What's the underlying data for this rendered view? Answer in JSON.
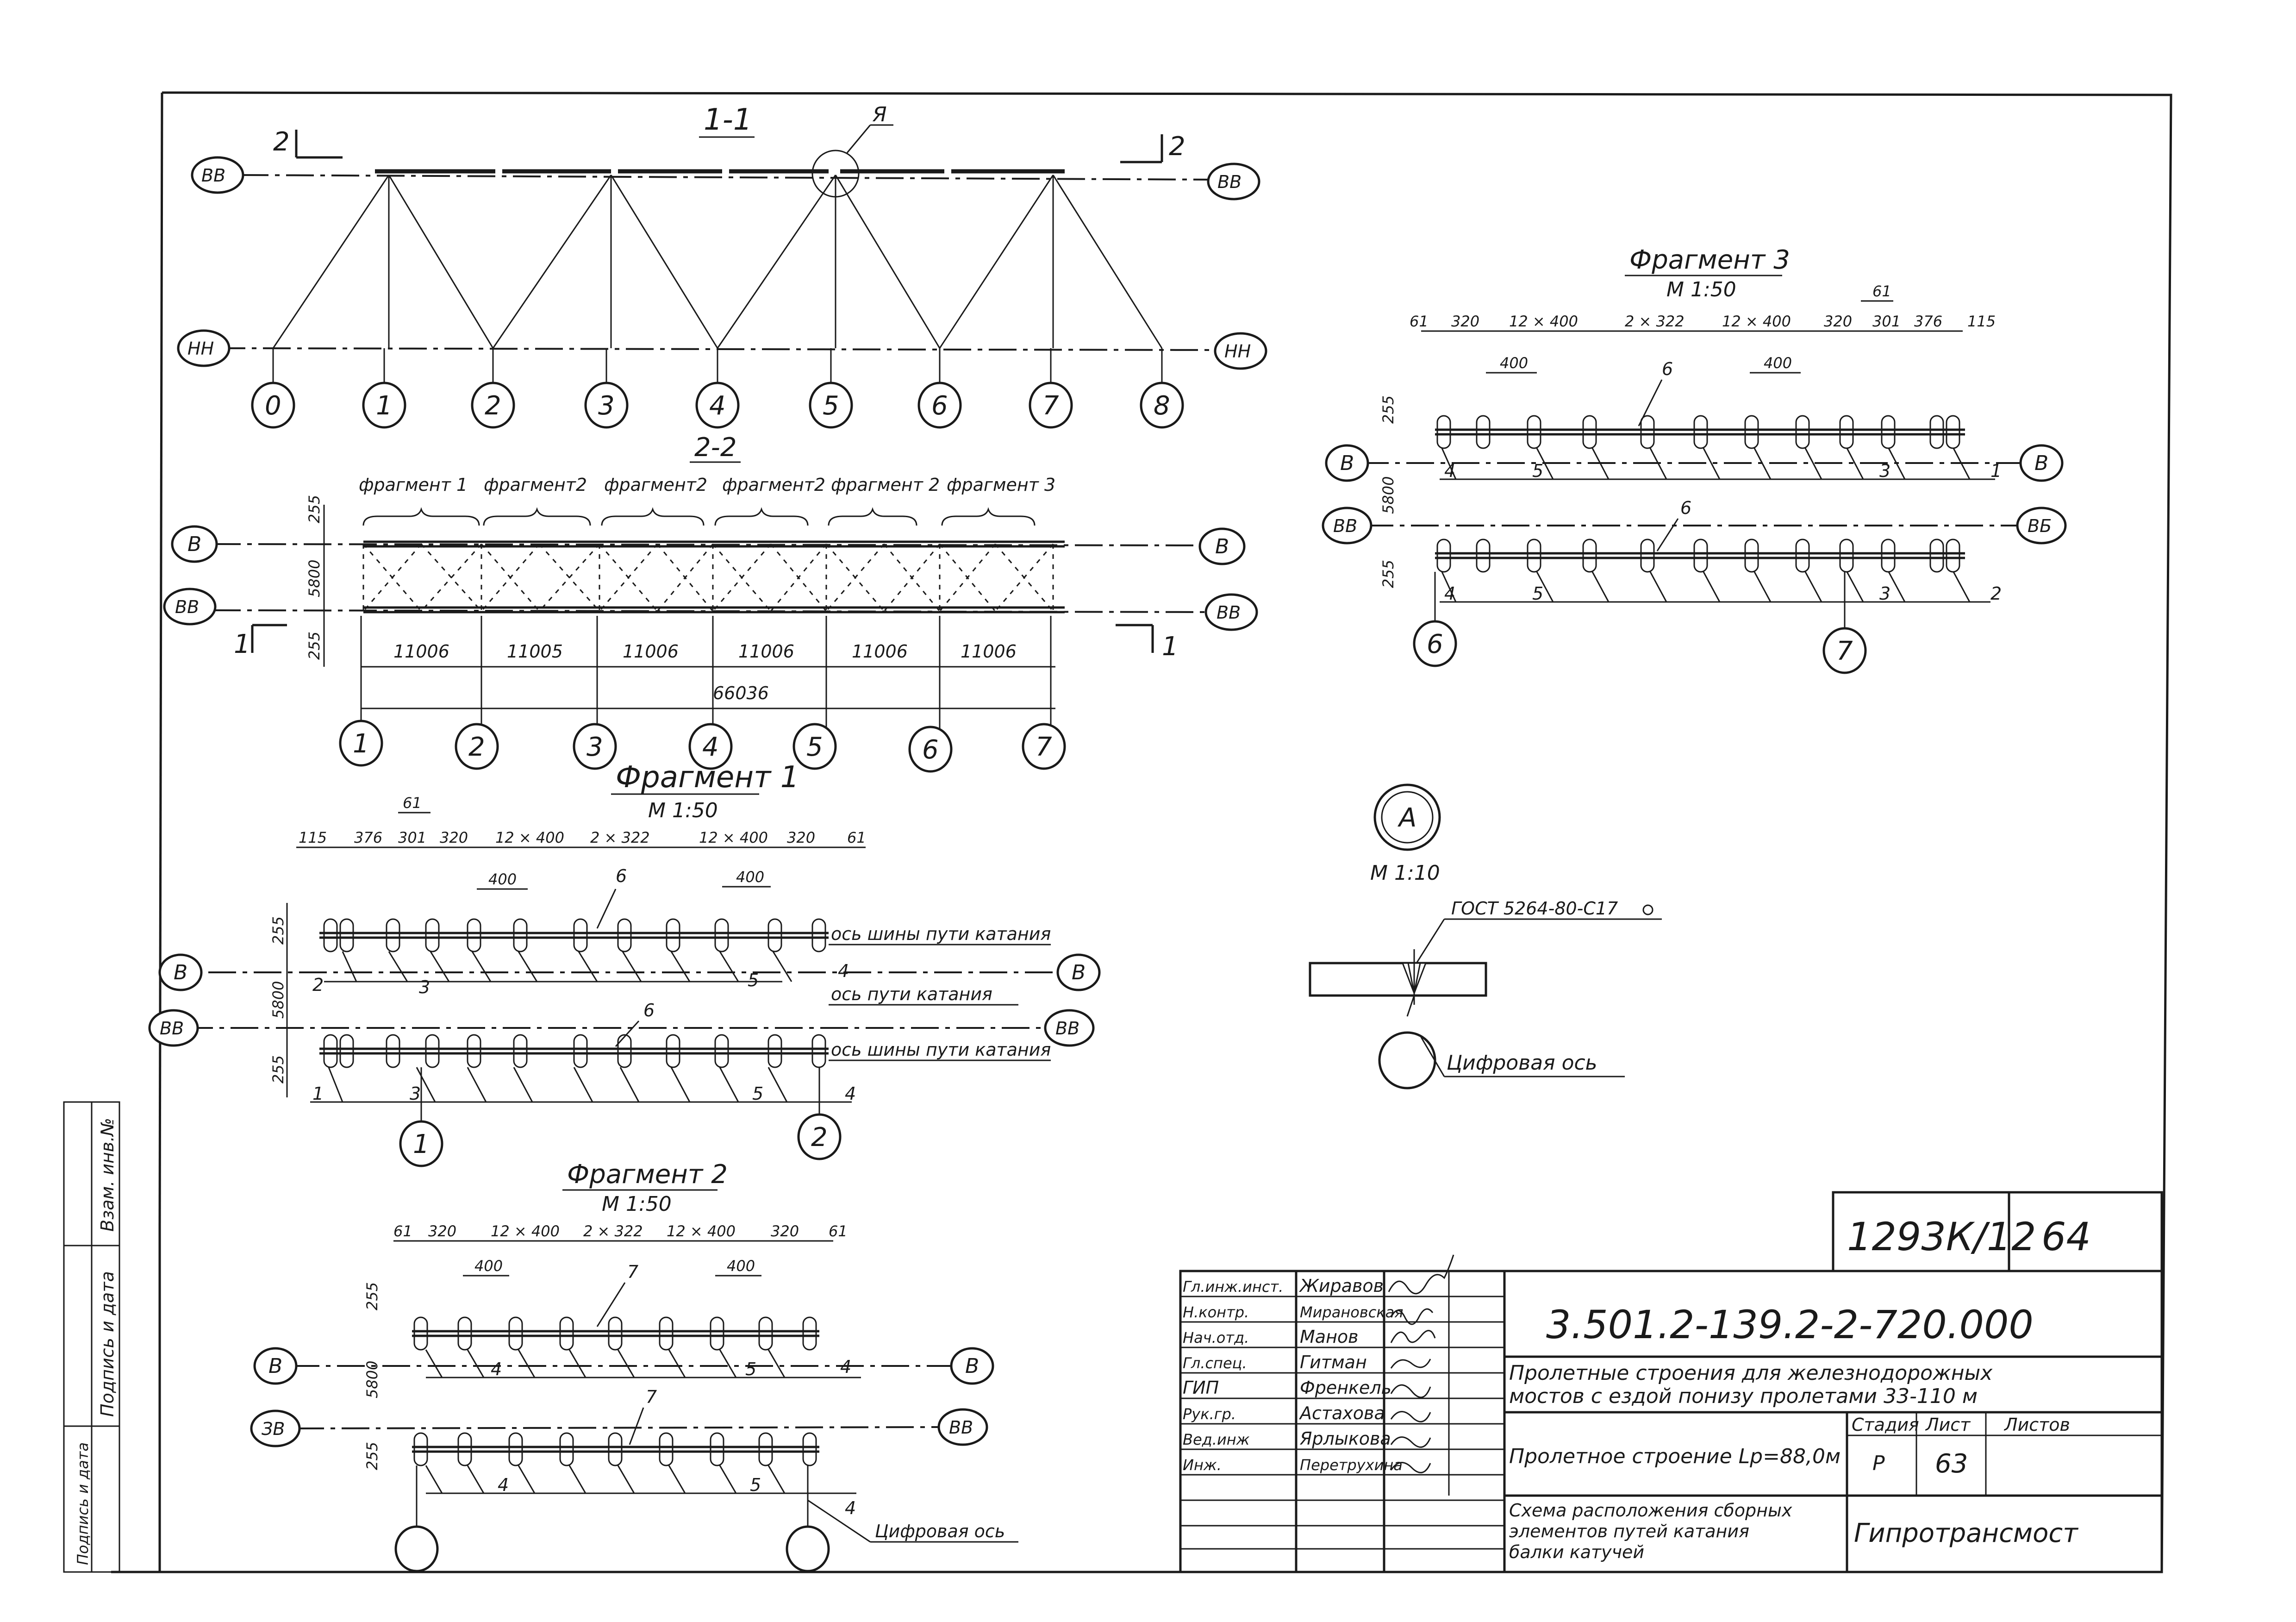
{
  "section_1_1": {
    "title": "1-1",
    "callout_a": "Я",
    "cut_marks": [
      "2",
      "2"
    ],
    "ends": [
      "ВВ",
      "ВВ",
      "НН",
      "НН"
    ],
    "axes": [
      "0",
      "1",
      "2",
      "3",
      "4",
      "5",
      "6",
      "7",
      "8"
    ]
  },
  "section_2_2": {
    "title": "2-2",
    "fragments": [
      "фрагмент 1",
      "фрагмент2",
      "фрагмент2",
      "фрагмент2",
      "фрагмент 2",
      "фрагмент 3"
    ],
    "ends": [
      "В",
      "В",
      "ВВ",
      "ВВ"
    ],
    "cut_marks": [
      "1",
      "1"
    ],
    "vertical_dims": [
      "255",
      "5800",
      "255"
    ],
    "spans": [
      "11006",
      "11005",
      "11006",
      "11006",
      "11006",
      "11006"
    ],
    "total": "66036",
    "axes": [
      "1",
      "2",
      "3",
      "4",
      "5",
      "6",
      "7"
    ]
  },
  "fragment1": {
    "title": "Фрагмент 1",
    "scale": "М 1:50",
    "top_dim": "61",
    "dims": [
      "115",
      "376",
      "301",
      "320",
      "12 × 400",
      "2 × 322",
      "12 × 400",
      "320",
      "61"
    ],
    "inner_dims": [
      "400",
      "400"
    ],
    "label6": "6",
    "vertical_dims": [
      "255",
      "5800",
      "255"
    ],
    "ends": [
      "В",
      "В",
      "ВВ",
      "ВВ"
    ],
    "notes": [
      "ось шины пути катания",
      "ось пути катания",
      "ось шины пути катания"
    ],
    "labels_top": [
      "2",
      "3",
      "5",
      "4"
    ],
    "labels_bottom": [
      "1",
      "3",
      "5",
      "4"
    ],
    "axes": [
      "1",
      "2"
    ]
  },
  "fragment2": {
    "title": "Фрагмент 2",
    "scale": "М 1:50",
    "dims": [
      "61",
      "320",
      "12 × 400",
      "2 × 322",
      "12 × 400",
      "320",
      "61"
    ],
    "inner_dims": [
      "400",
      "400"
    ],
    "label7": "7",
    "vertical_dims": [
      "255",
      "5800",
      "255"
    ],
    "ends": [
      "В",
      "В",
      "ЗВ",
      "ВВ"
    ],
    "labels_top": [
      "4",
      "5",
      "4"
    ],
    "labels_bottom": [
      "4",
      "5",
      "4"
    ],
    "axis_note": "Цифровая ось"
  },
  "fragment3": {
    "title": "Фрагмент 3",
    "scale": "М 1:50",
    "top_dim": "61",
    "dims": [
      "61",
      "320",
      "12 × 400",
      "2 × 322",
      "12 × 400",
      "320",
      "301",
      "376",
      "115"
    ],
    "inner_dims": [
      "400",
      "400"
    ],
    "label6": "6",
    "vertical_dims": [
      "255",
      "5800",
      "255"
    ],
    "ends": [
      "В",
      "В",
      "ВВ",
      "ВБ"
    ],
    "labels_top": [
      "4",
      "5",
      "3",
      "1"
    ],
    "labels_bottom": [
      "4",
      "5",
      "3",
      "2"
    ],
    "axes": [
      "6",
      "7"
    ]
  },
  "detail_a": {
    "mark": "А",
    "scale": "М 1:10",
    "weld_note": "ГОСТ 5264-80-С17",
    "axis_note": "Цифровая ось"
  },
  "side_stamp": [
    "Взам. инв.№",
    "Подпись и дата",
    "Подпись и дата"
  ],
  "title_block": {
    "album": "1293К/12",
    "page": "64",
    "code": "3.501.2-139.2-2-720.000",
    "title_lines": [
      "Пролетные строения для железнодорожных",
      "мостов с ездой понизу пролетами 33-110 м"
    ],
    "object": "Пролетное строение Lр=88,0м",
    "stage_label": "Стадия",
    "sheet_label": "Лист",
    "sheets_label": "Листов",
    "stage": "Р",
    "sheet": "63",
    "drawing_title": [
      "Схема расположения сборных",
      "элементов путей катания",
      "балки катучей"
    ],
    "organization": "Гипротрансмост",
    "roles": [
      {
        "role": "Гл.инж.инст.",
        "name": "Жиpавов"
      },
      {
        "role": "Н.контр.",
        "name": "Мирановская"
      },
      {
        "role": "Нач.отд.",
        "name": "Манов"
      },
      {
        "role": "Гл.спец.",
        "name": "Гитман"
      },
      {
        "role": "ГИП",
        "name": "Френкель"
      },
      {
        "role": "Рук.гр.",
        "name": "Астахова"
      },
      {
        "role": "Вед.инж",
        "name": "Ярлыкова"
      },
      {
        "role": "Инж.",
        "name": "Перетрухина"
      }
    ]
  }
}
